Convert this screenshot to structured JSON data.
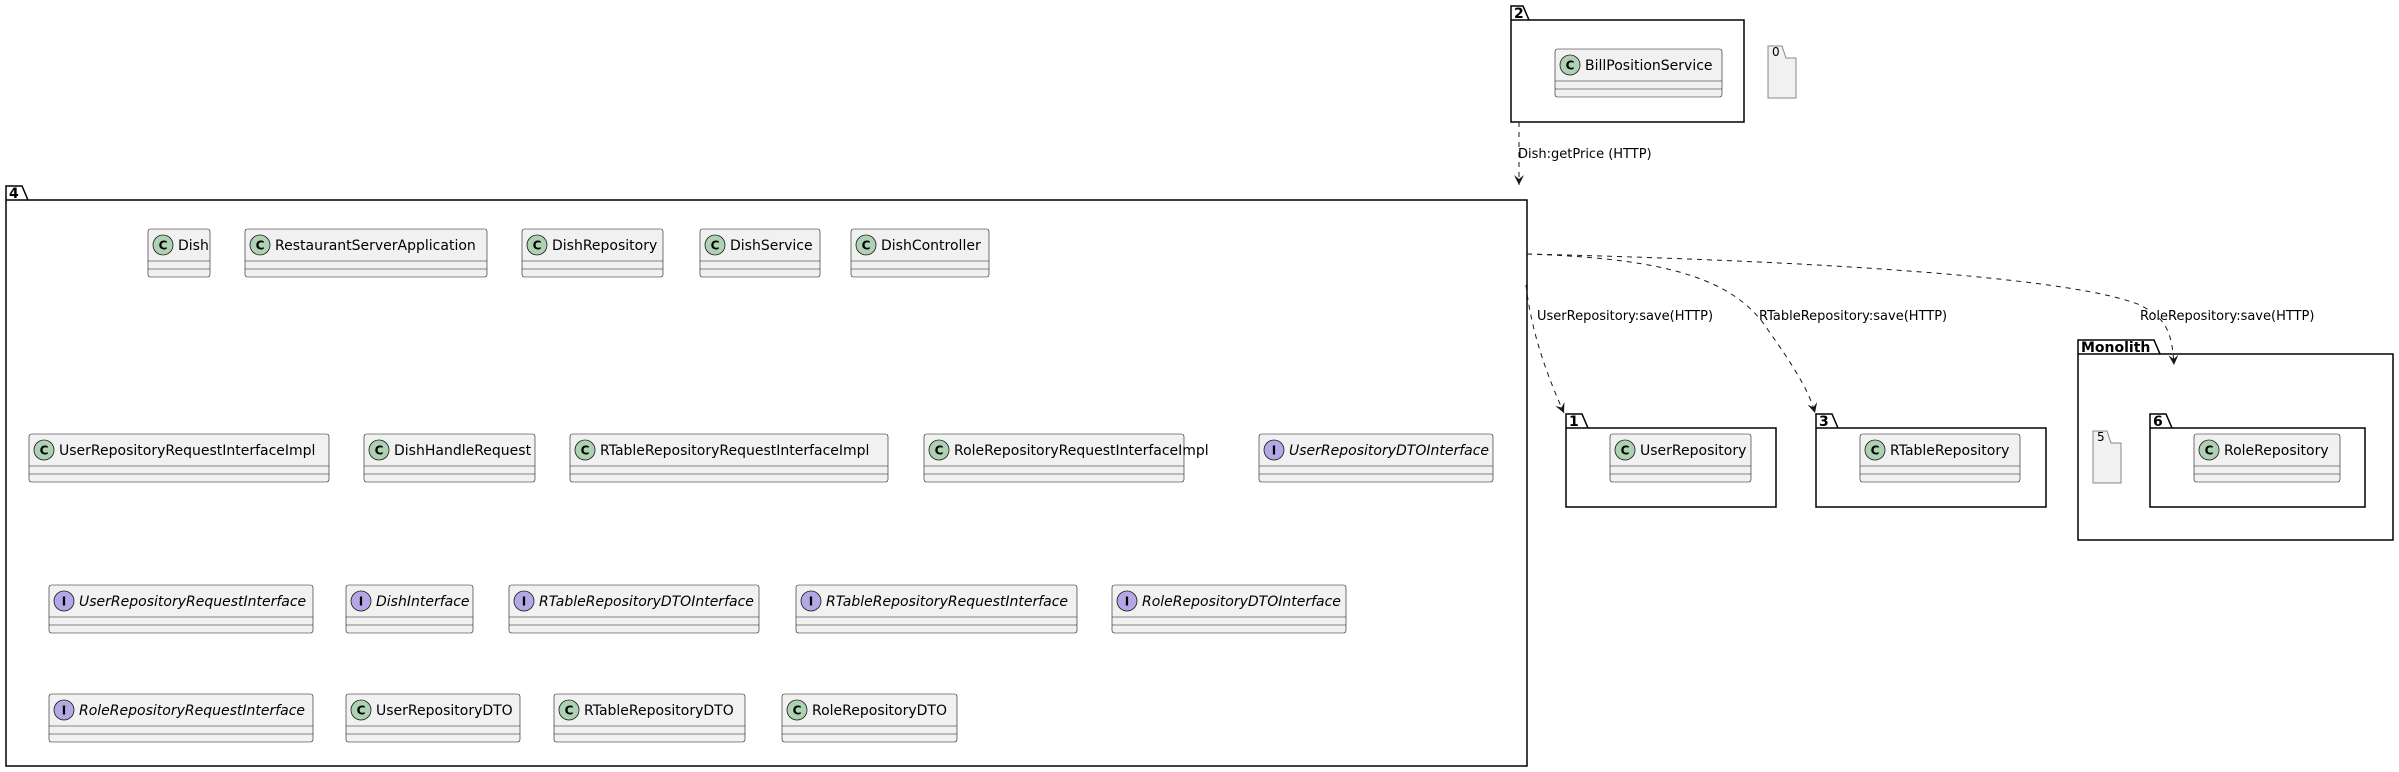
{
  "colors": {
    "package_stroke": "#000000",
    "class_fill": "#f1f1f1",
    "class_stroke": "#181818",
    "class_circle": "#add1b2",
    "interface_circle": "#b4a7e5",
    "edge": "#181818"
  },
  "packages": {
    "p2": {
      "label": "2",
      "classes": [
        {
          "name": "BillPositionService",
          "kind": "class"
        }
      ]
    },
    "p0": {
      "label": "0"
    },
    "p4": {
      "label": "4",
      "rows": [
        [
          {
            "name": "Dish",
            "kind": "class"
          },
          {
            "name": "RestaurantServerApplication",
            "kind": "class"
          },
          {
            "name": "DishRepository",
            "kind": "class"
          },
          {
            "name": "DishService",
            "kind": "class"
          },
          {
            "name": "DishController",
            "kind": "class"
          }
        ],
        [
          {
            "name": "UserRepositoryRequestInterfaceImpl",
            "kind": "class"
          },
          {
            "name": "DishHandleRequest",
            "kind": "class"
          },
          {
            "name": "RTableRepositoryRequestInterfaceImpl",
            "kind": "class"
          },
          {
            "name": "RoleRepositoryRequestInterfaceImpl",
            "kind": "class"
          },
          {
            "name": "UserRepositoryDTOInterface",
            "kind": "interface"
          }
        ],
        [
          {
            "name": "UserRepositoryRequestInterface",
            "kind": "interface"
          },
          {
            "name": "DishInterface",
            "kind": "interface"
          },
          {
            "name": "RTableRepositoryDTOInterface",
            "kind": "interface"
          },
          {
            "name": "RTableRepositoryRequestInterface",
            "kind": "interface"
          },
          {
            "name": "RoleRepositoryDTOInterface",
            "kind": "interface"
          }
        ],
        [
          {
            "name": "RoleRepositoryRequestInterface",
            "kind": "interface"
          },
          {
            "name": "UserRepositoryDTO",
            "kind": "class"
          },
          {
            "name": "RTableRepositoryDTO",
            "kind": "class"
          },
          {
            "name": "RoleRepositoryDTO",
            "kind": "class"
          }
        ]
      ]
    },
    "p1": {
      "label": "1",
      "classes": [
        {
          "name": "UserRepository",
          "kind": "class"
        }
      ]
    },
    "p3": {
      "label": "3",
      "classes": [
        {
          "name": "RTableRepository",
          "kind": "class"
        }
      ]
    },
    "monolith": {
      "label": "Monolith"
    },
    "p5": {
      "label": "5"
    },
    "p6": {
      "label": "6",
      "classes": [
        {
          "name": "RoleRepository",
          "kind": "class"
        }
      ]
    }
  },
  "edges": [
    {
      "from": "2",
      "to": "4",
      "label": "Dish:getPrice (HTTP)"
    },
    {
      "from": "4",
      "to": "1",
      "label": "UserRepository:save(HTTP)"
    },
    {
      "from": "4",
      "to": "3",
      "label": "RTableRepository:save(HTTP)"
    },
    {
      "from": "4",
      "to": "6",
      "label": "RoleRepository:save(HTTP)"
    }
  ]
}
